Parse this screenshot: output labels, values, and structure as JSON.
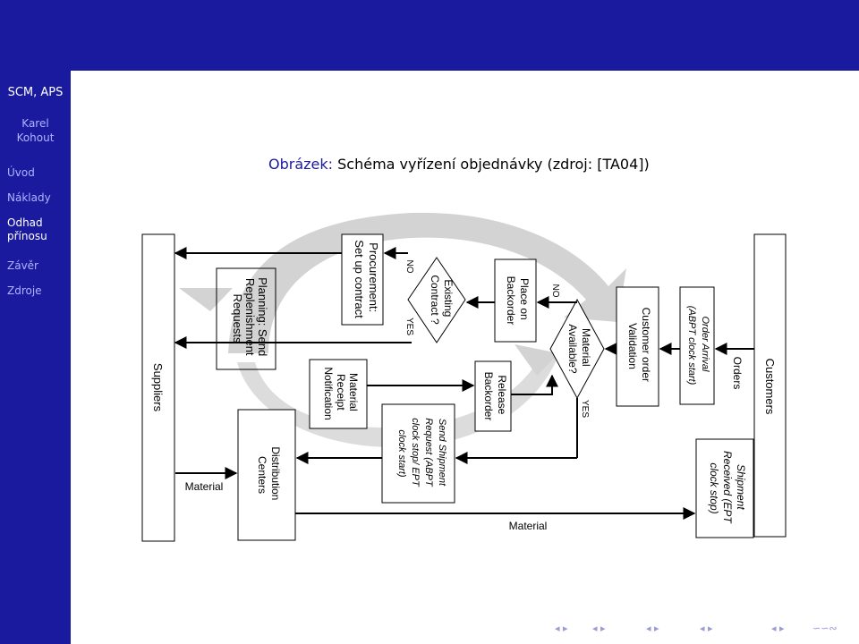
{
  "sidebar": {
    "title": "SCM, APS",
    "author_line1": "Karel",
    "author_line2": "Kohout",
    "items": [
      {
        "label": "Úvod"
      },
      {
        "label": "Náklady"
      },
      {
        "label_line1": "Odhad",
        "label_line2": "přínosu"
      },
      {
        "label": "Závěr"
      },
      {
        "label": "Zdroje"
      }
    ]
  },
  "caption": {
    "label": "Obrázek:",
    "text": "Schéma vyřízení objednávky (zdroj: [TA04])"
  },
  "diagram": {
    "suppliers": "Suppliers",
    "customers": "Customers",
    "procurement": [
      "Procurement:",
      "Set up contract"
    ],
    "planning": [
      "Planning: Send",
      "Replenishment",
      "Requests"
    ],
    "existing_contract": [
      "Existing",
      "Contract ?"
    ],
    "no1": "NO",
    "yes1": "YES",
    "place_backorder": [
      "Place on",
      "Backorder"
    ],
    "no2": "NO",
    "material_available": [
      "Material",
      "Available?"
    ],
    "yes2": "YES",
    "customer_validation": [
      "Customer order",
      "Validation"
    ],
    "order_arrival": [
      "Order Arrival",
      "(ABPT clock start)"
    ],
    "orders": "Orders",
    "material_receipt": [
      "Material",
      "Receipt",
      "Notification"
    ],
    "release_backorder": [
      "Release",
      "Backorder"
    ],
    "send_shipment": [
      "Send Shipment",
      "Request (ABPT",
      "clock stop/ EPT",
      "clock start)"
    ],
    "distribution": [
      "Distribution",
      "Centers"
    ],
    "shipment_received": [
      "Shipment",
      "Received (EPT",
      "clock stop)"
    ],
    "material_left": "Material",
    "material_bottom": "Material"
  },
  "nav_symbols": {
    "arrows": "◂ ▸",
    "search": "∽∽∾"
  }
}
